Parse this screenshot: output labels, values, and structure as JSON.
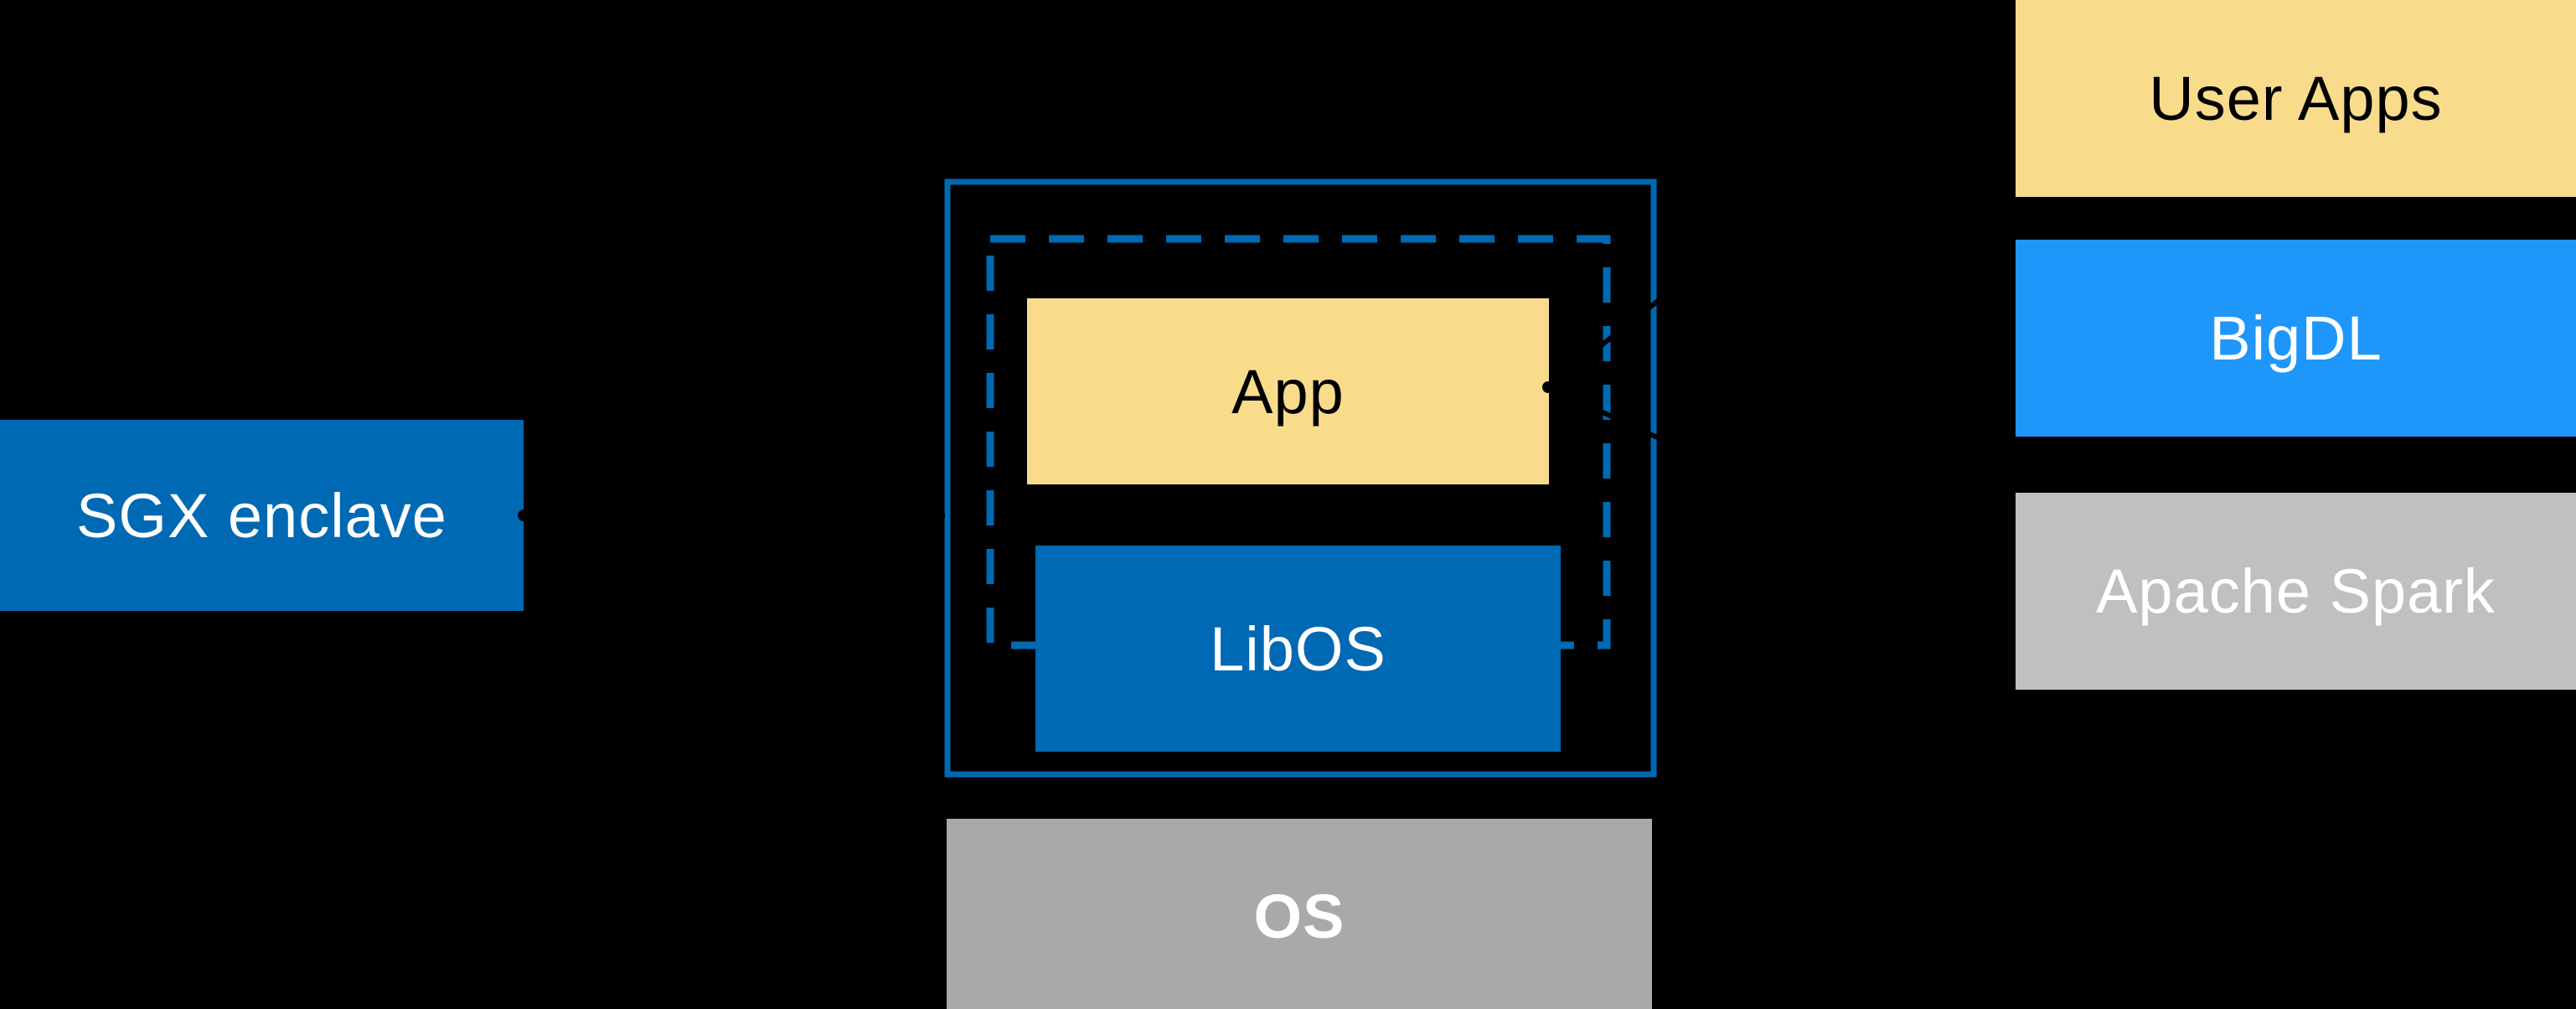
{
  "diagram": {
    "sgx": {
      "label": "SGX enclave"
    },
    "enclave": {
      "app": {
        "label": "App"
      },
      "libos": {
        "label": "LibOS"
      }
    },
    "os": {
      "label": "OS"
    },
    "stack": {
      "user_apps": {
        "label": "User Apps"
      },
      "bigdl": {
        "label": "BigDL"
      },
      "spark": {
        "label": "Apache Spark"
      }
    }
  },
  "colors": {
    "background": "#000000",
    "intel_blue": "#0069b4",
    "bright_blue": "#1e96fa",
    "yellow": "#f8dc8c",
    "gray_os": "#a9a9a9",
    "gray_spark": "#c0c0c0",
    "callout_black": "#000000",
    "text_white": "#ffffff",
    "text_black": "#000000"
  }
}
